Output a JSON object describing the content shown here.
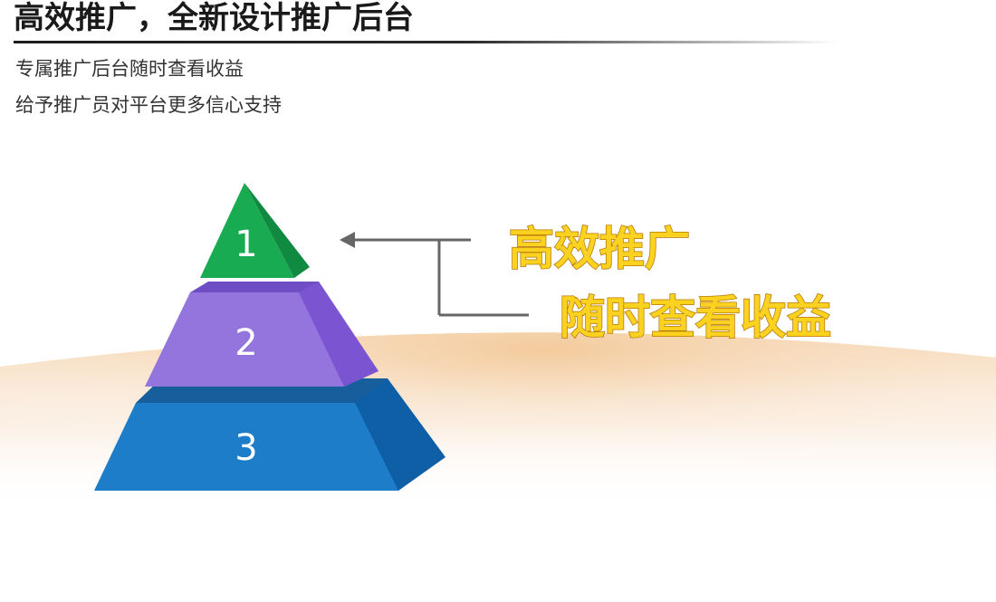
{
  "header": {
    "title": "高效推广，全新设计推广后台"
  },
  "description": {
    "lines": [
      "专属推广后台随时查看收益",
      "给予推广员对平台更多信心支持"
    ]
  },
  "pyramid": {
    "levels": [
      {
        "label": "1",
        "color": "#19ab52"
      },
      {
        "label": "2",
        "color": "#9474dd"
      },
      {
        "label": "3",
        "color": "#1d7dc9"
      }
    ]
  },
  "callouts": {
    "primary": "高效推广",
    "secondary": "随时查看收益",
    "color": "#fbd21f"
  },
  "icons": {
    "arrow": "arrow-left-icon"
  },
  "colors": {
    "background_glow": "#f5d9b8",
    "title_text": "#1a1a1a"
  }
}
